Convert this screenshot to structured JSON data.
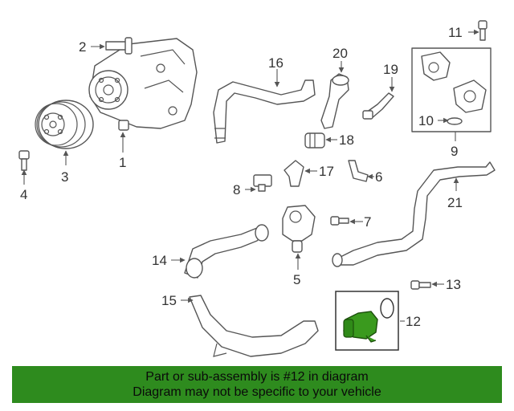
{
  "callouts": {
    "c1": "1",
    "c2": "2",
    "c3": "3",
    "c4": "4",
    "c5": "5",
    "c6": "6",
    "c7": "7",
    "c8": "8",
    "c9": "9",
    "c10": "10",
    "c11": "11",
    "c12": "12",
    "c13": "13",
    "c14": "14",
    "c15": "15",
    "c16": "16",
    "c17": "17",
    "c18": "18",
    "c19": "19",
    "c20": "20",
    "c21": "21"
  },
  "banner": {
    "line1": "Part or sub-assembly is #12 in diagram",
    "line2": "Diagram may not be specific to your vehicle"
  },
  "colors": {
    "highlight_part": "#3a9a1e",
    "banner_bg": "#2e8b1e",
    "line": "#555555"
  }
}
